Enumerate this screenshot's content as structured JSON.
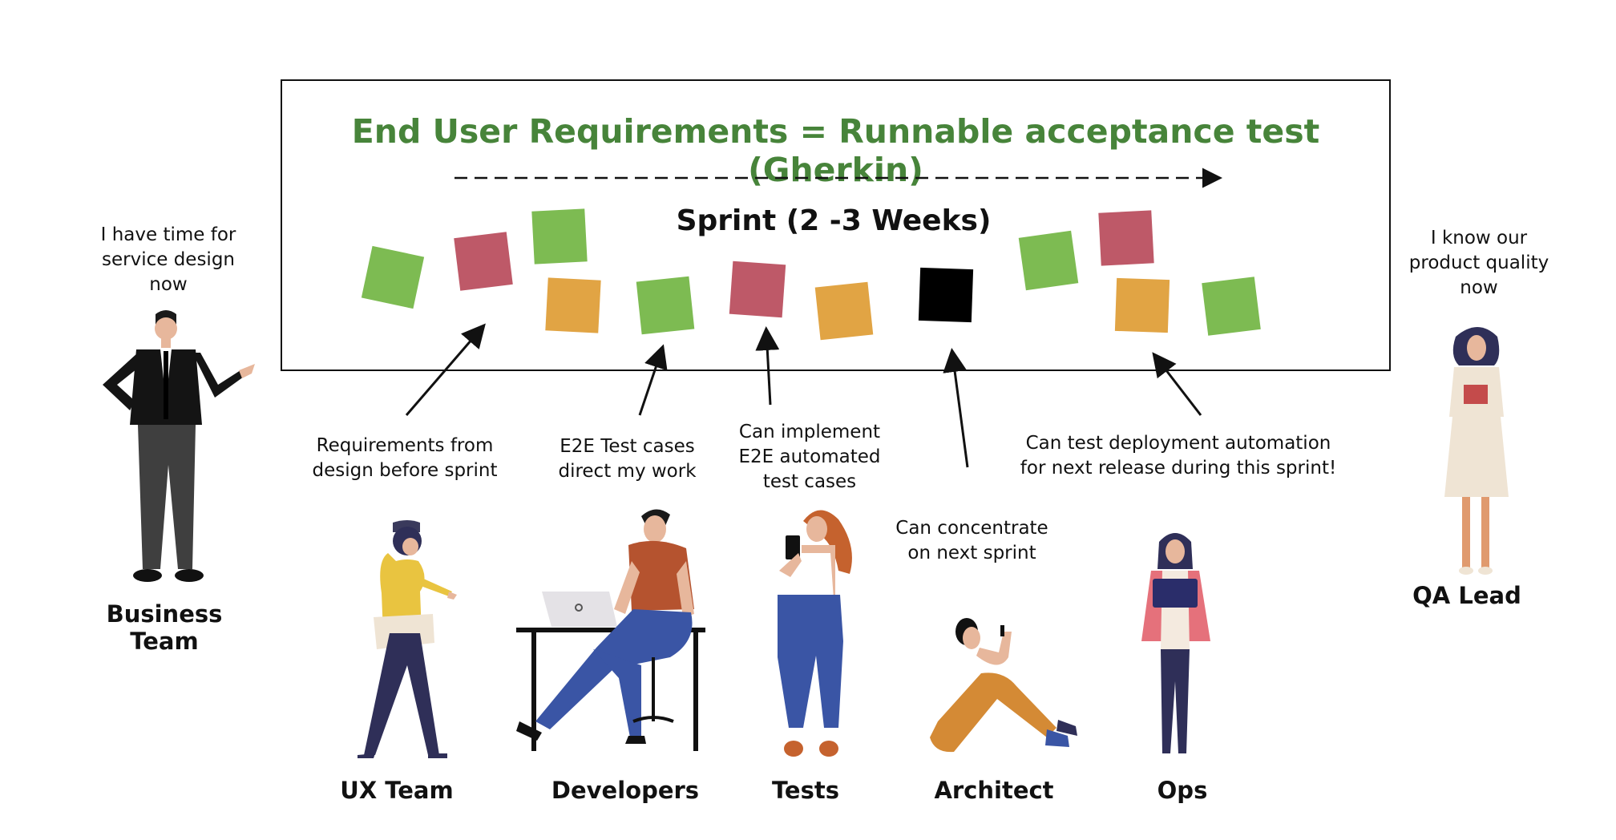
{
  "diagram": {
    "title": "End User Requirements = Runnable acceptance test (Gherkin)",
    "sprint_label": "Sprint (2 -3 Weeks)",
    "colors": {
      "title_green": "#47843a",
      "card_green": "#7dbb52",
      "card_red": "#be5968",
      "card_orange": "#e1a444",
      "card_black": "#000000"
    },
    "cards": [
      "green",
      "red",
      "green",
      "orange",
      "green",
      "red",
      "orange",
      "black",
      "green",
      "red",
      "orange",
      "green"
    ],
    "speech": {
      "business": "I have time for service design now",
      "qa": "I know our product quality now"
    },
    "notes": {
      "ux": "Requirements from design before sprint",
      "dev": "E2E Test cases direct my work",
      "tests": "Can implement E2E automated test cases",
      "architect": "Can concentrate on next sprint",
      "ops": "Can test deployment automation for next release during this sprint!"
    },
    "roles": {
      "business": "Business Team",
      "ux": "UX Team",
      "developers": "Developers",
      "tests": "Tests",
      "architect": "Architect",
      "ops": "Ops",
      "qa": "QA Lead"
    }
  }
}
